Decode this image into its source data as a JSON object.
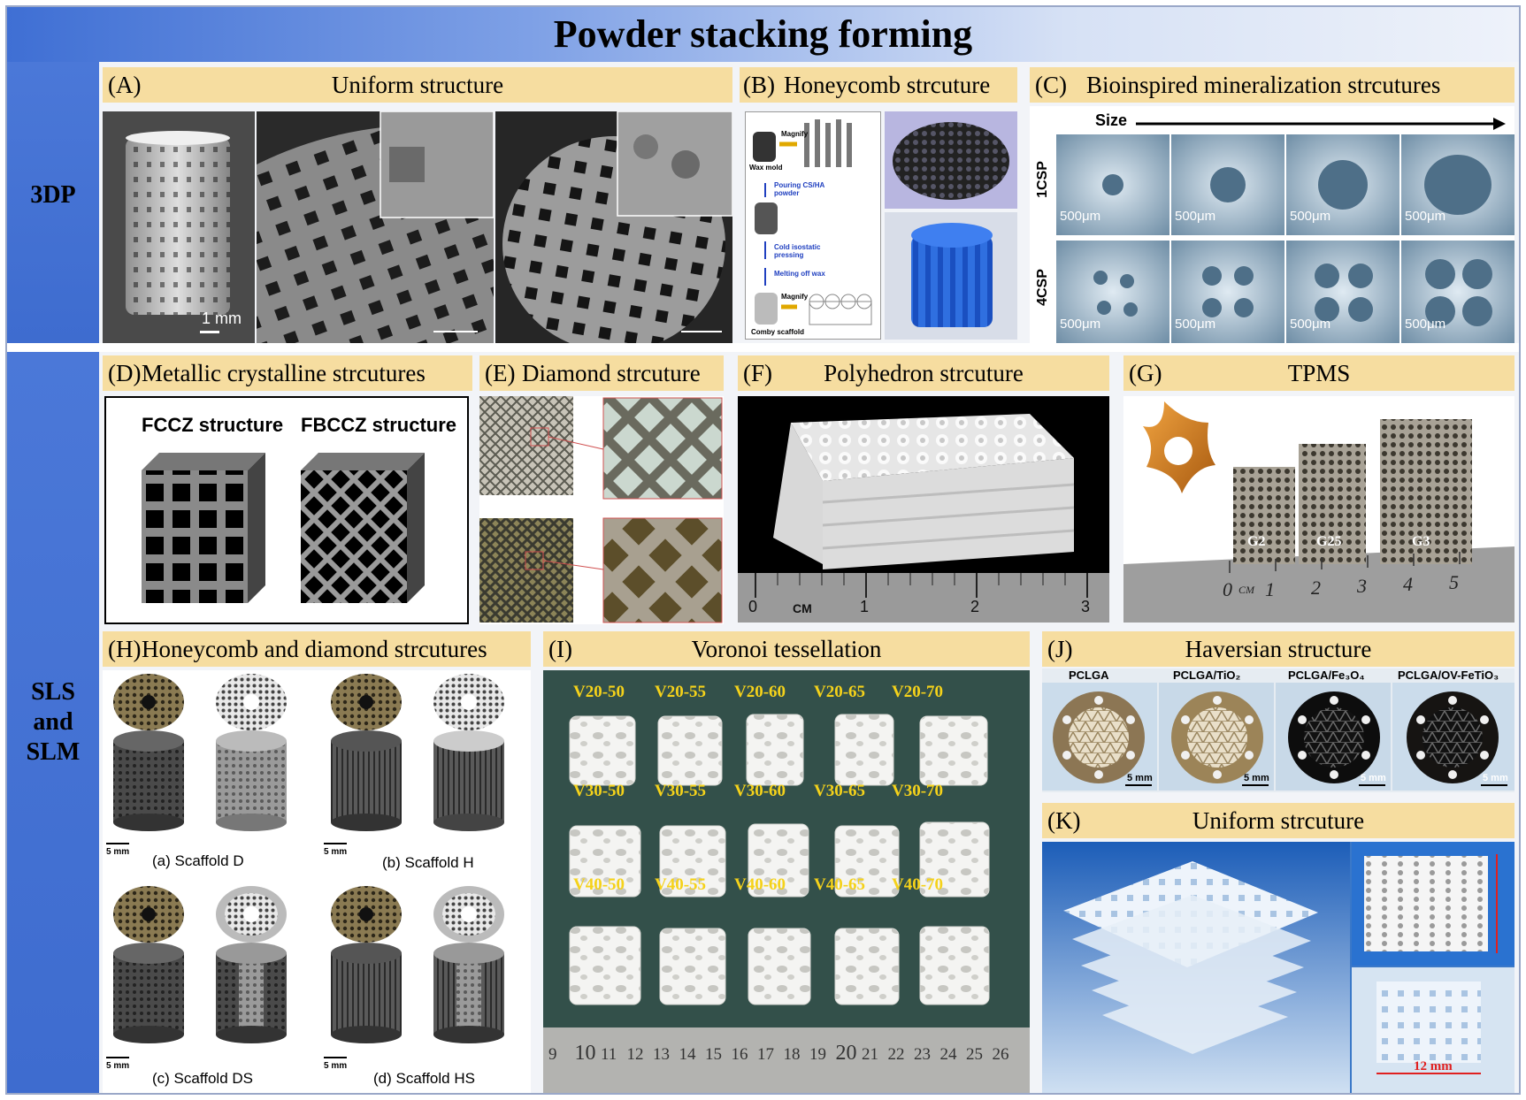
{
  "title": "Powder stacking forming",
  "sections": {
    "s3dp": "3DP",
    "sls": [
      "SLS",
      "and",
      "SLM"
    ]
  },
  "panels": {
    "A": {
      "tag": "(A)",
      "title": "Uniform structure",
      "scale": "1 mm"
    },
    "B": {
      "tag": "(B)",
      "title": "Honeycomb strcuture",
      "steps": [
        "Wax mold",
        "Magnify",
        "Pouring CS/HA powder",
        "Cold isostatic pressing",
        "Melting off wax",
        "Magnify",
        "Comby scaffold"
      ]
    },
    "C": {
      "tag": "(C)",
      "title": "Bioinspired mineralization strcutures",
      "size_label": "Size",
      "rows": [
        "1CSP",
        "4CSP"
      ],
      "scale": "500μm"
    },
    "D": {
      "tag": "(D)",
      "title": "Metallic crystalline strcutures",
      "labels": [
        "FCCZ structure",
        "FBCCZ structure"
      ]
    },
    "E": {
      "tag": "(E)",
      "title": "Diamond strcuture"
    },
    "F": {
      "tag": "(F)",
      "title": "Polyhedron strcuture",
      "ruler": [
        "0",
        "CM",
        "1",
        "2",
        "3"
      ]
    },
    "G": {
      "tag": "(G)",
      "title": "TPMS",
      "samples": [
        "G2",
        "G25",
        "G3"
      ],
      "ruler": [
        "0",
        "CM",
        "1",
        "2",
        "3",
        "4",
        "5"
      ]
    },
    "H": {
      "tag": "(H)",
      "title": "Honeycomb and diamond strcutures",
      "captions": [
        "(a) Scaffold D",
        "(b) Scaffold H",
        "(c) Scaffold DS",
        "(d) Scaffold HS"
      ],
      "scale": "5 mm"
    },
    "I": {
      "tag": "(I)",
      "title": "Voronoi tessellation",
      "rows": [
        [
          "V20-50",
          "V20-55",
          "V20-60",
          "V20-65",
          "V20-70"
        ],
        [
          "V30-50",
          "V30-55",
          "V30-60",
          "V30-65",
          "V30-70"
        ],
        [
          "V40-50",
          "V40-55",
          "V40-60",
          "V40-65",
          "V40-70"
        ]
      ],
      "ruler": [
        "9",
        "10",
        "11",
        "12",
        "13",
        "14",
        "15",
        "16",
        "17",
        "18",
        "19",
        "20",
        "21",
        "22",
        "23",
        "24",
        "25",
        "26"
      ]
    },
    "J": {
      "tag": "(J)",
      "title": "Haversian structure",
      "labels": [
        "PCLGA",
        "PCLGA/TiO₂",
        "PCLGA/Fe₃O₄",
        "PCLGA/OV-FeTiO₃"
      ],
      "scale": "5 mm"
    },
    "K": {
      "tag": "(K)",
      "title": "Uniform strcuture",
      "scale": "12 mm"
    }
  },
  "colors": {
    "header": "#f6dda0",
    "side": "#4b78d8",
    "voronoi_label": "#f5d21a"
  }
}
